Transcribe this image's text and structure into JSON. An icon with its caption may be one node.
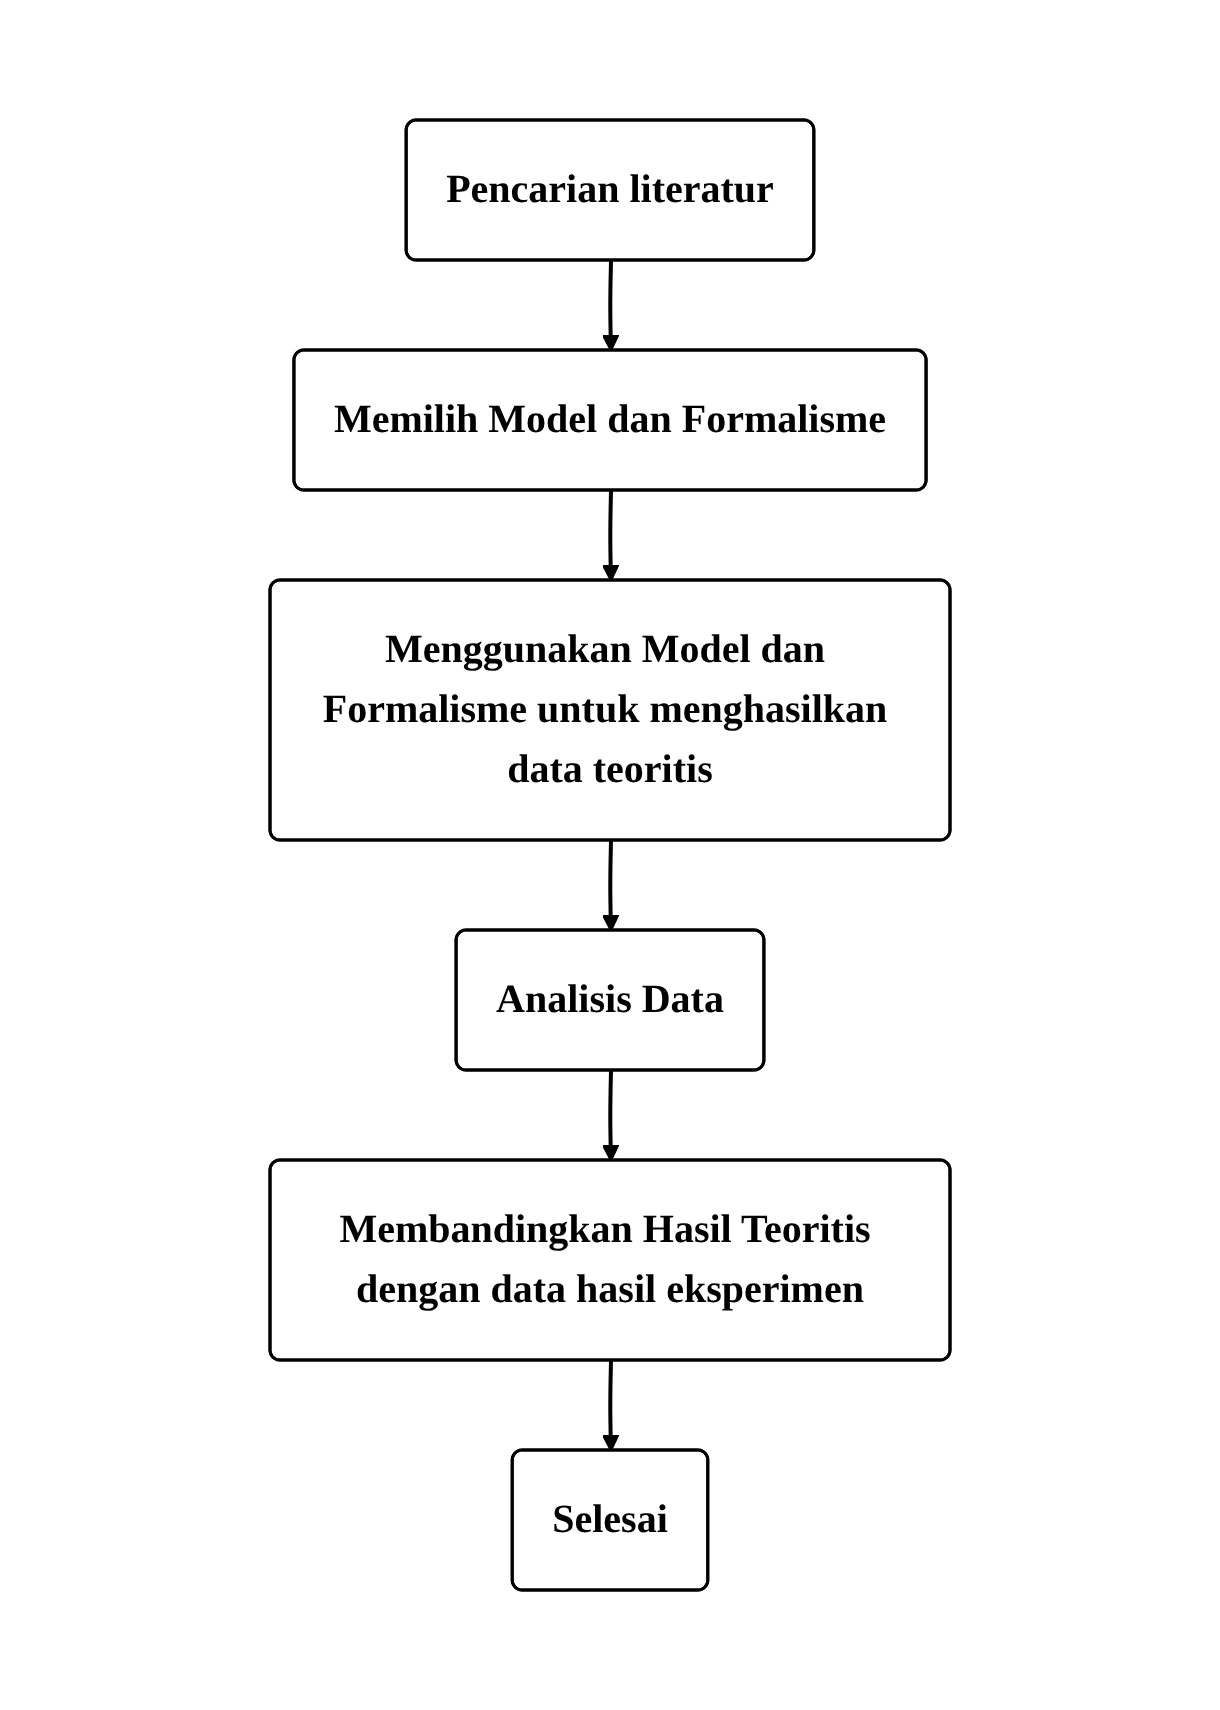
{
  "diagram": {
    "nodes": [
      {
        "text": [
          "Pencarian literatur"
        ]
      },
      {
        "text": [
          "Memilih Model dan Formalisme"
        ]
      },
      {
        "text": [
          "Menggunakan Model dan Formalisme untuk menghasilkan data teoritis"
        ]
      },
      {
        "text": [
          "Analisis Data"
        ]
      },
      {
        "text": [
          "Membandingkan Hasil Teoritis dengan data hasil eksperimen"
        ]
      },
      {
        "text": [
          "Selesai"
        ]
      }
    ],
    "edges": [
      {
        "from": 0,
        "to": 1,
        "arrow": "to"
      },
      {
        "from": 1,
        "to": 2,
        "arrow": "to"
      },
      {
        "from": 2,
        "to": 3,
        "arrow": "to"
      },
      {
        "from": 3,
        "to": 4,
        "arrow": "to"
      },
      {
        "from": 4,
        "to": 5,
        "arrow": "to"
      }
    ]
  }
}
